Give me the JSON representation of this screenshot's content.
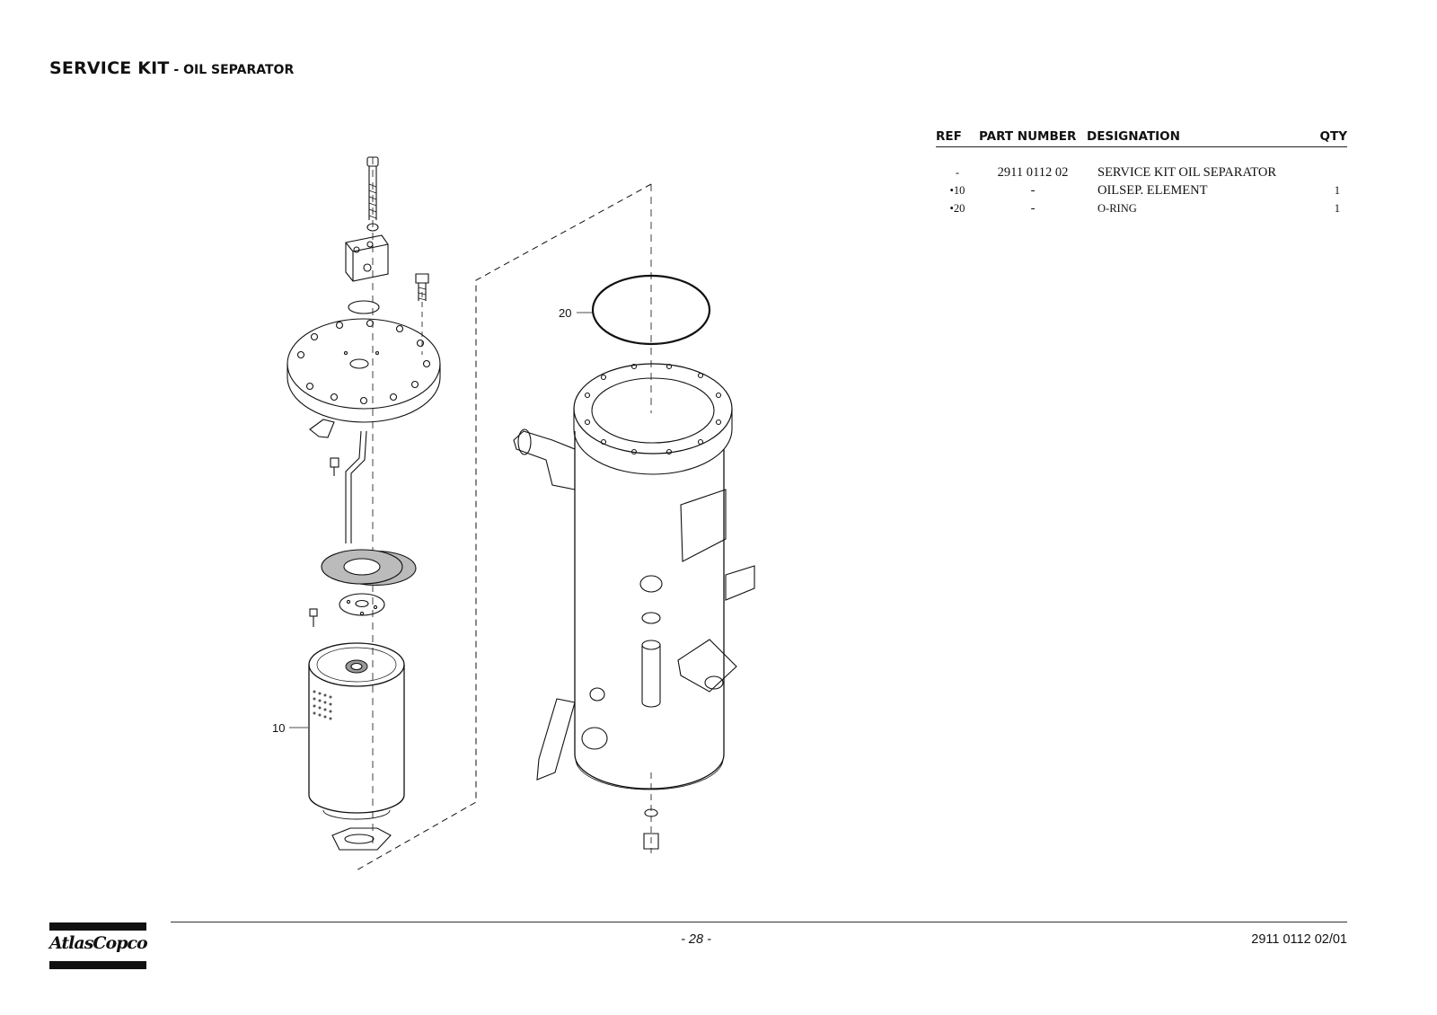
{
  "header": {
    "title_main": "SERVICE KIT",
    "title_sub": " - OIL SEPARATOR"
  },
  "parts_table": {
    "columns": {
      "ref": "REF",
      "part_number": "PART NUMBER",
      "designation": "DESIGNATION",
      "qty": "QTY"
    },
    "rows": [
      {
        "ref": "-",
        "part_number": "2911 0112 02",
        "designation": "SERVICE KIT OIL SEPARATOR",
        "qty": ""
      },
      {
        "ref": "•10",
        "part_number": "-",
        "designation": "OILSEP. ELEMENT",
        "qty": "1"
      },
      {
        "ref": "•20",
        "part_number": "-",
        "designation": "O-RING",
        "qty": "1"
      }
    ]
  },
  "drawing": {
    "callout_20": "20",
    "callout_10": "10"
  },
  "footer": {
    "brand": "AtlasCopco",
    "page": "- 28 -",
    "doc_number": "2911 0112 02/01"
  }
}
